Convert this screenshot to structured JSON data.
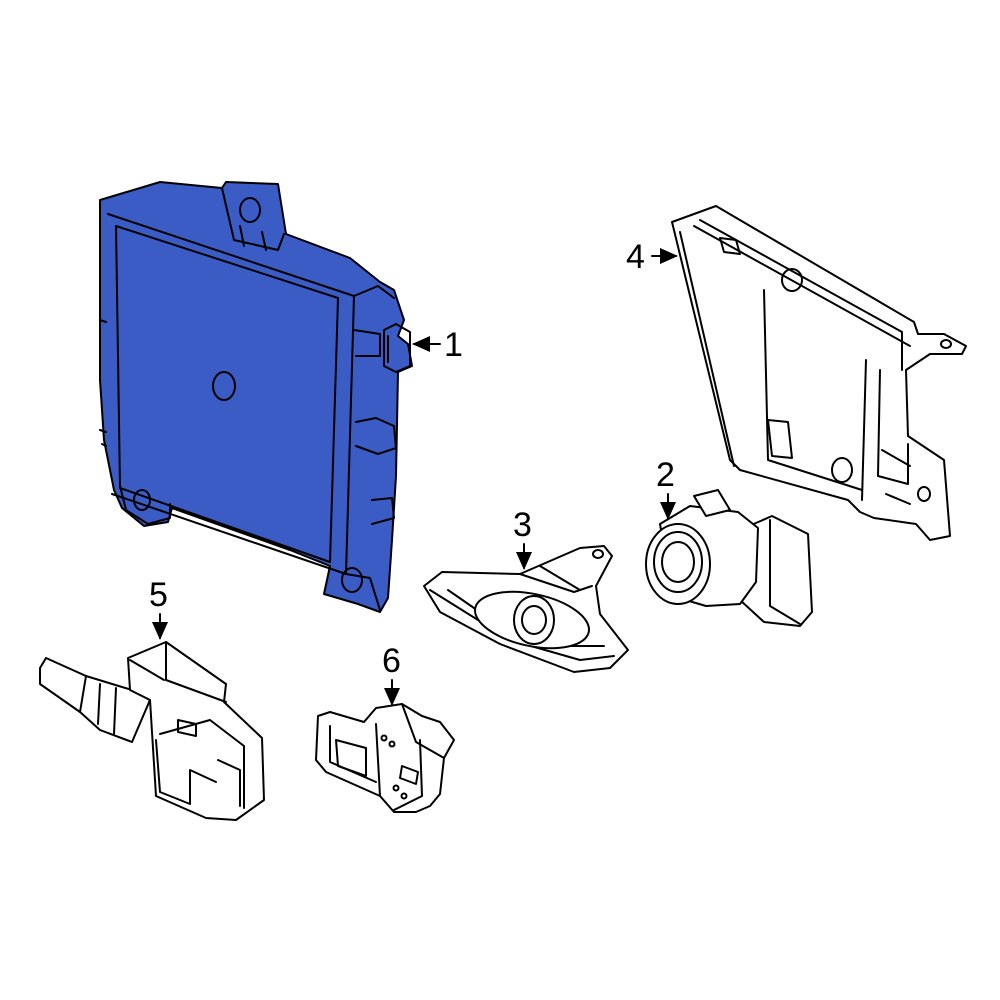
{
  "colors": {
    "highlight": "#3a5cc4",
    "highlight_dark": "#2d4aa8",
    "line": "#000000",
    "background": "#ffffff"
  },
  "callouts": [
    {
      "id": "1",
      "label": "1",
      "part": "module"
    },
    {
      "id": "2",
      "label": "2",
      "part": "parking-sensor"
    },
    {
      "id": "3",
      "label": "3",
      "part": "sensor-retainer"
    },
    {
      "id": "4",
      "label": "4",
      "part": "bracket"
    },
    {
      "id": "5",
      "label": "5",
      "part": "wire-connector"
    },
    {
      "id": "6",
      "label": "6",
      "part": "sensor-holder"
    }
  ]
}
